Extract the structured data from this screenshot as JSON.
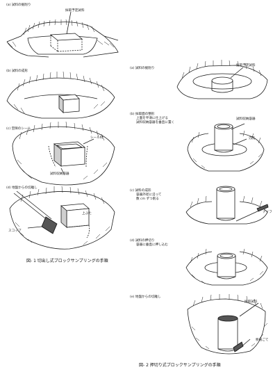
{
  "fig1": {
    "steps": [
      {
        "id": "a",
        "title": "(a)  試料の掘削り",
        "notes": [
          "採取予定試料"
        ]
      },
      {
        "id": "b",
        "title": "(b)  試料の成形",
        "notes": []
      },
      {
        "id": "c",
        "title": "(c)  空隙のシール",
        "notes": [
          "シール材",
          "試料収納容器"
        ]
      },
      {
        "id": "d",
        "title": "(d)  地盤からの切離し",
        "notes": [
          "上ぶた",
          "スコップ"
        ]
      }
    ],
    "caption": "図- 1   切出し式ブロックサンプリングの手順"
  },
  "fig2": {
    "steps": [
      {
        "id": "a",
        "title": "(a)  試料の掘削り",
        "notes": [
          "採取予定試料"
        ]
      },
      {
        "id": "b",
        "title": "(b)  採取面の整形",
        "lines": [
          "上面を平滑に仕上げる",
          "試料収納容器を垂直に置く"
        ],
        "notes": [
          "試料収納容器",
          "刃先"
        ]
      },
      {
        "id": "c",
        "title": "(c)  試料の成形",
        "lines": [
          "容器外径に沿って",
          "数 cm ずつ削る"
        ],
        "notes": [
          "ナイフ"
        ]
      },
      {
        "id": "d",
        "title": "(d)  試料の押切り",
        "lines": [
          "容器に垂直に押し込む"
        ],
        "notes": []
      },
      {
        "id": "e",
        "title": "(e)  地盤からの切離し",
        "notes": [
          "採取試料",
          "移植ごて"
        ]
      }
    ],
    "caption": "図- 2   押切り式ブロックサンプリングの手順"
  }
}
